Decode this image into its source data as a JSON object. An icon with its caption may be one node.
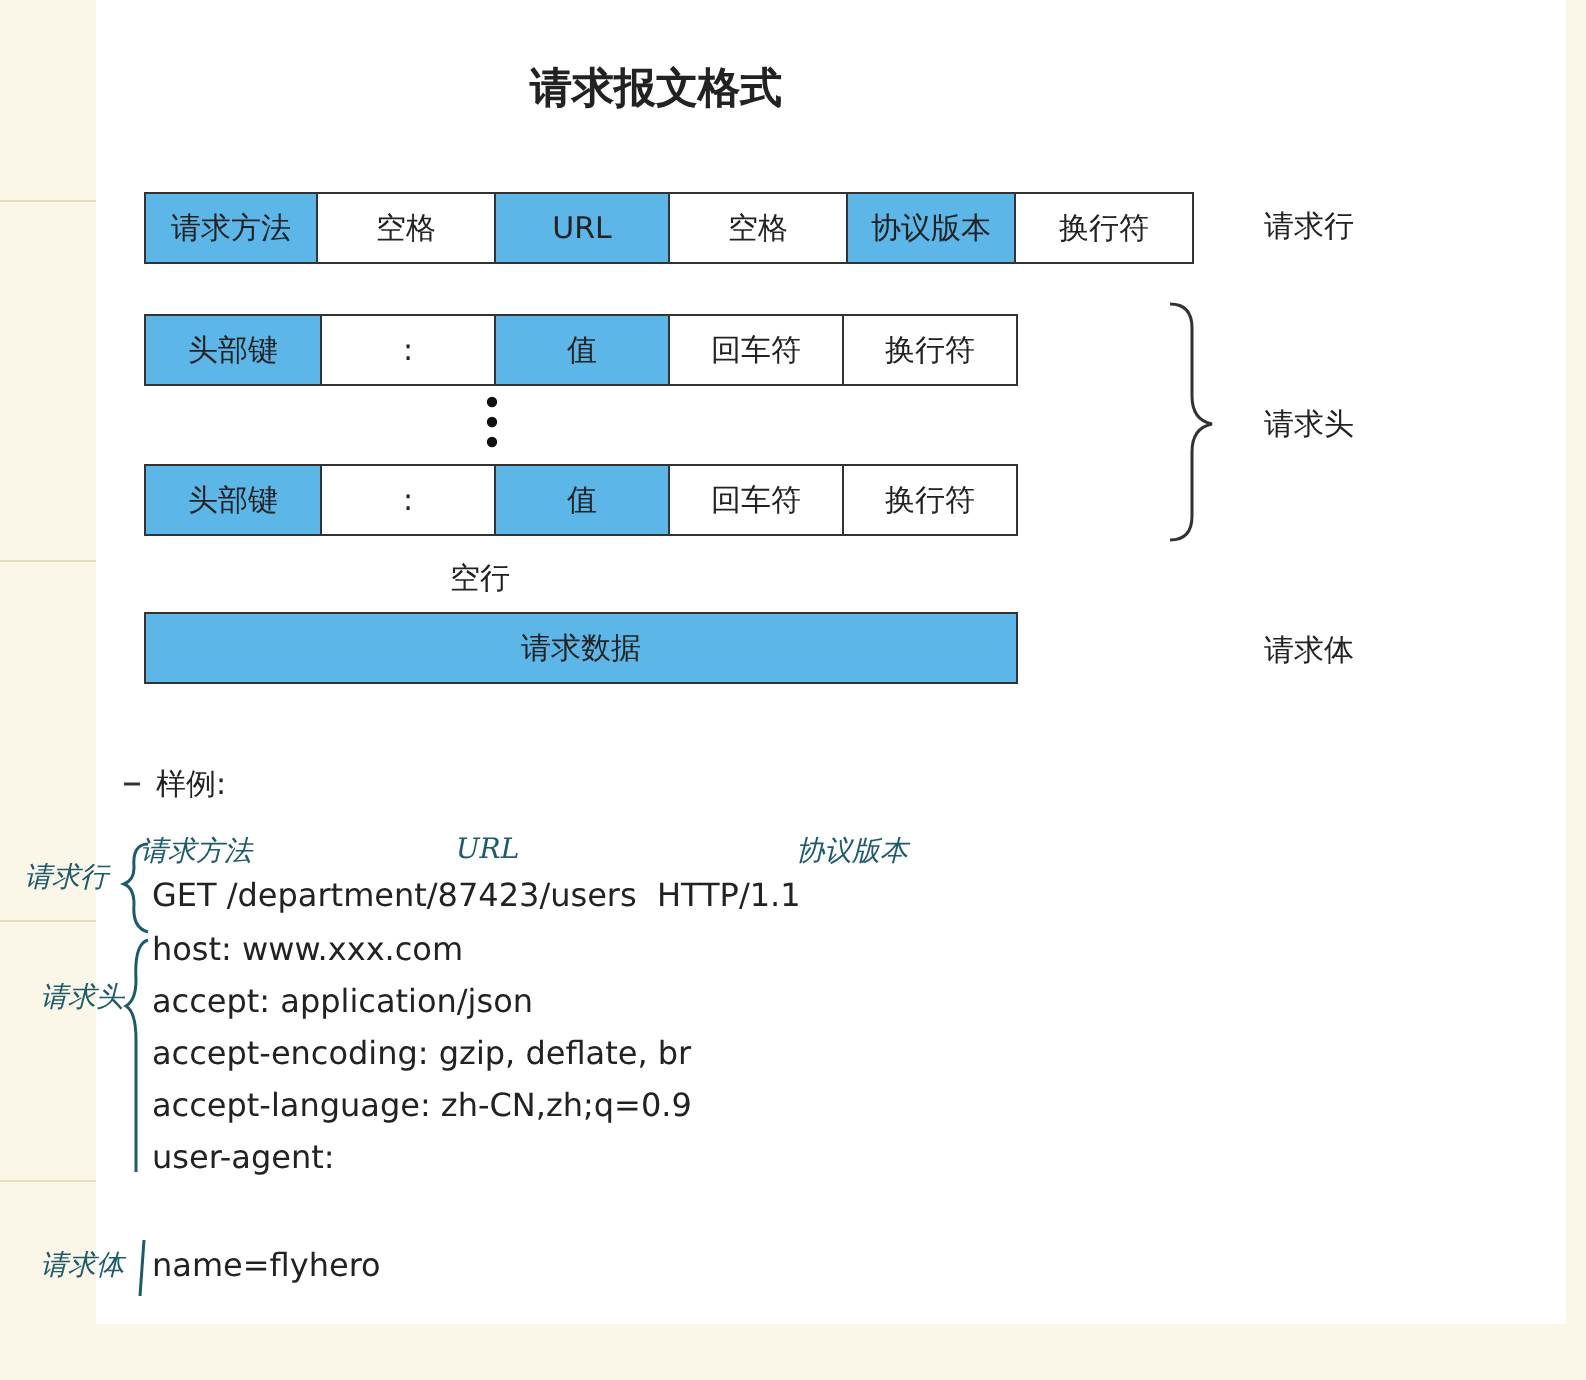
{
  "diagram": {
    "title": "请求报文格式",
    "labels": [
      "请求方法",
      "空格",
      "URL",
      "空格",
      "协议版本",
      "换行符",
      "请求行",
      "头部键",
      ":",
      "值",
      "回车符",
      "换行符",
      "请求头",
      "头部键",
      ":",
      "值",
      "回车符",
      "换行符",
      "空行",
      "请求数据",
      "请求体",
      "样例:",
      "请求方法",
      "URL",
      "协议版本",
      "请求行",
      "GET /department/87423/users  HTTP/1.1",
      "请求头",
      "host: www.xxx.com",
      "accept: application/json",
      "accept-encoding: gzip, deflate, br",
      "accept-language: zh-CN,zh;q=0.9",
      "user-agent:",
      "请求体",
      "name=flyhero"
    ]
  }
}
